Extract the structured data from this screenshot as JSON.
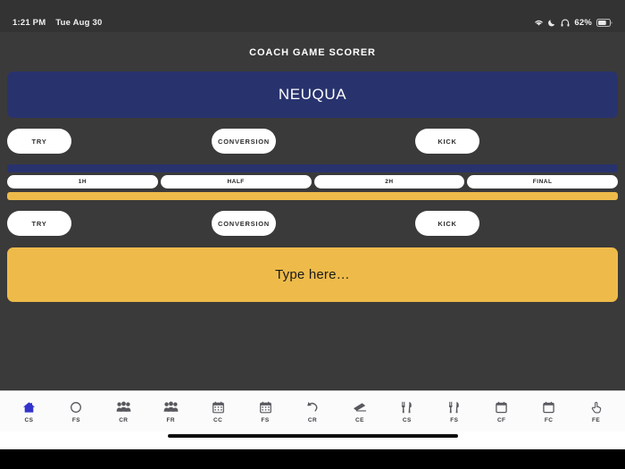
{
  "statusbar": {
    "time": "1:21 PM",
    "date": "Tue Aug 30",
    "battery_percent": "62%",
    "icons": [
      "wifi-icon",
      "moon-icon",
      "headphones-icon",
      "battery-icon"
    ]
  },
  "app": {
    "title": "COACH GAME SCORER",
    "team_banner": "NEUQUA",
    "colors": {
      "background": "#3a3a3a",
      "navy": "#28336e",
      "gold": "#eebb4a",
      "white": "#ffffff",
      "active_tab": "#3333cc"
    },
    "home_row": {
      "try_label": "TRY",
      "conversion_label": "CONVERSION",
      "kick_label": "KICK"
    },
    "away_row": {
      "try_label": "TRY",
      "conversion_label": "CONVERSION",
      "kick_label": "KICK"
    },
    "periods": [
      {
        "label": "1H"
      },
      {
        "label": "HALF"
      },
      {
        "label": "2H"
      },
      {
        "label": "FINAL"
      }
    ],
    "notes": {
      "placeholder": "Type here…"
    }
  },
  "tabbar": {
    "items": [
      {
        "label": "CS",
        "icon": "home-icon",
        "active": true
      },
      {
        "label": "FS",
        "icon": "circle-icon",
        "active": false
      },
      {
        "label": "CR",
        "icon": "people-group-icon",
        "active": false
      },
      {
        "label": "FR",
        "icon": "people-group-icon",
        "active": false
      },
      {
        "label": "CC",
        "icon": "calendar-icon",
        "active": false
      },
      {
        "label": "FS",
        "icon": "calendar-icon",
        "active": false
      },
      {
        "label": "CR",
        "icon": "undo-arrow-icon",
        "active": false
      },
      {
        "label": "CE",
        "icon": "eraser-icon",
        "active": false
      },
      {
        "label": "CS",
        "icon": "fork-knife-icon",
        "active": false
      },
      {
        "label": "FS",
        "icon": "fork-knife-icon",
        "active": false
      },
      {
        "label": "CF",
        "icon": "calendar-blank-icon",
        "active": false
      },
      {
        "label": "FC",
        "icon": "calendar-blank-icon",
        "active": false
      },
      {
        "label": "FE",
        "icon": "tap-hand-icon",
        "active": false
      }
    ]
  }
}
